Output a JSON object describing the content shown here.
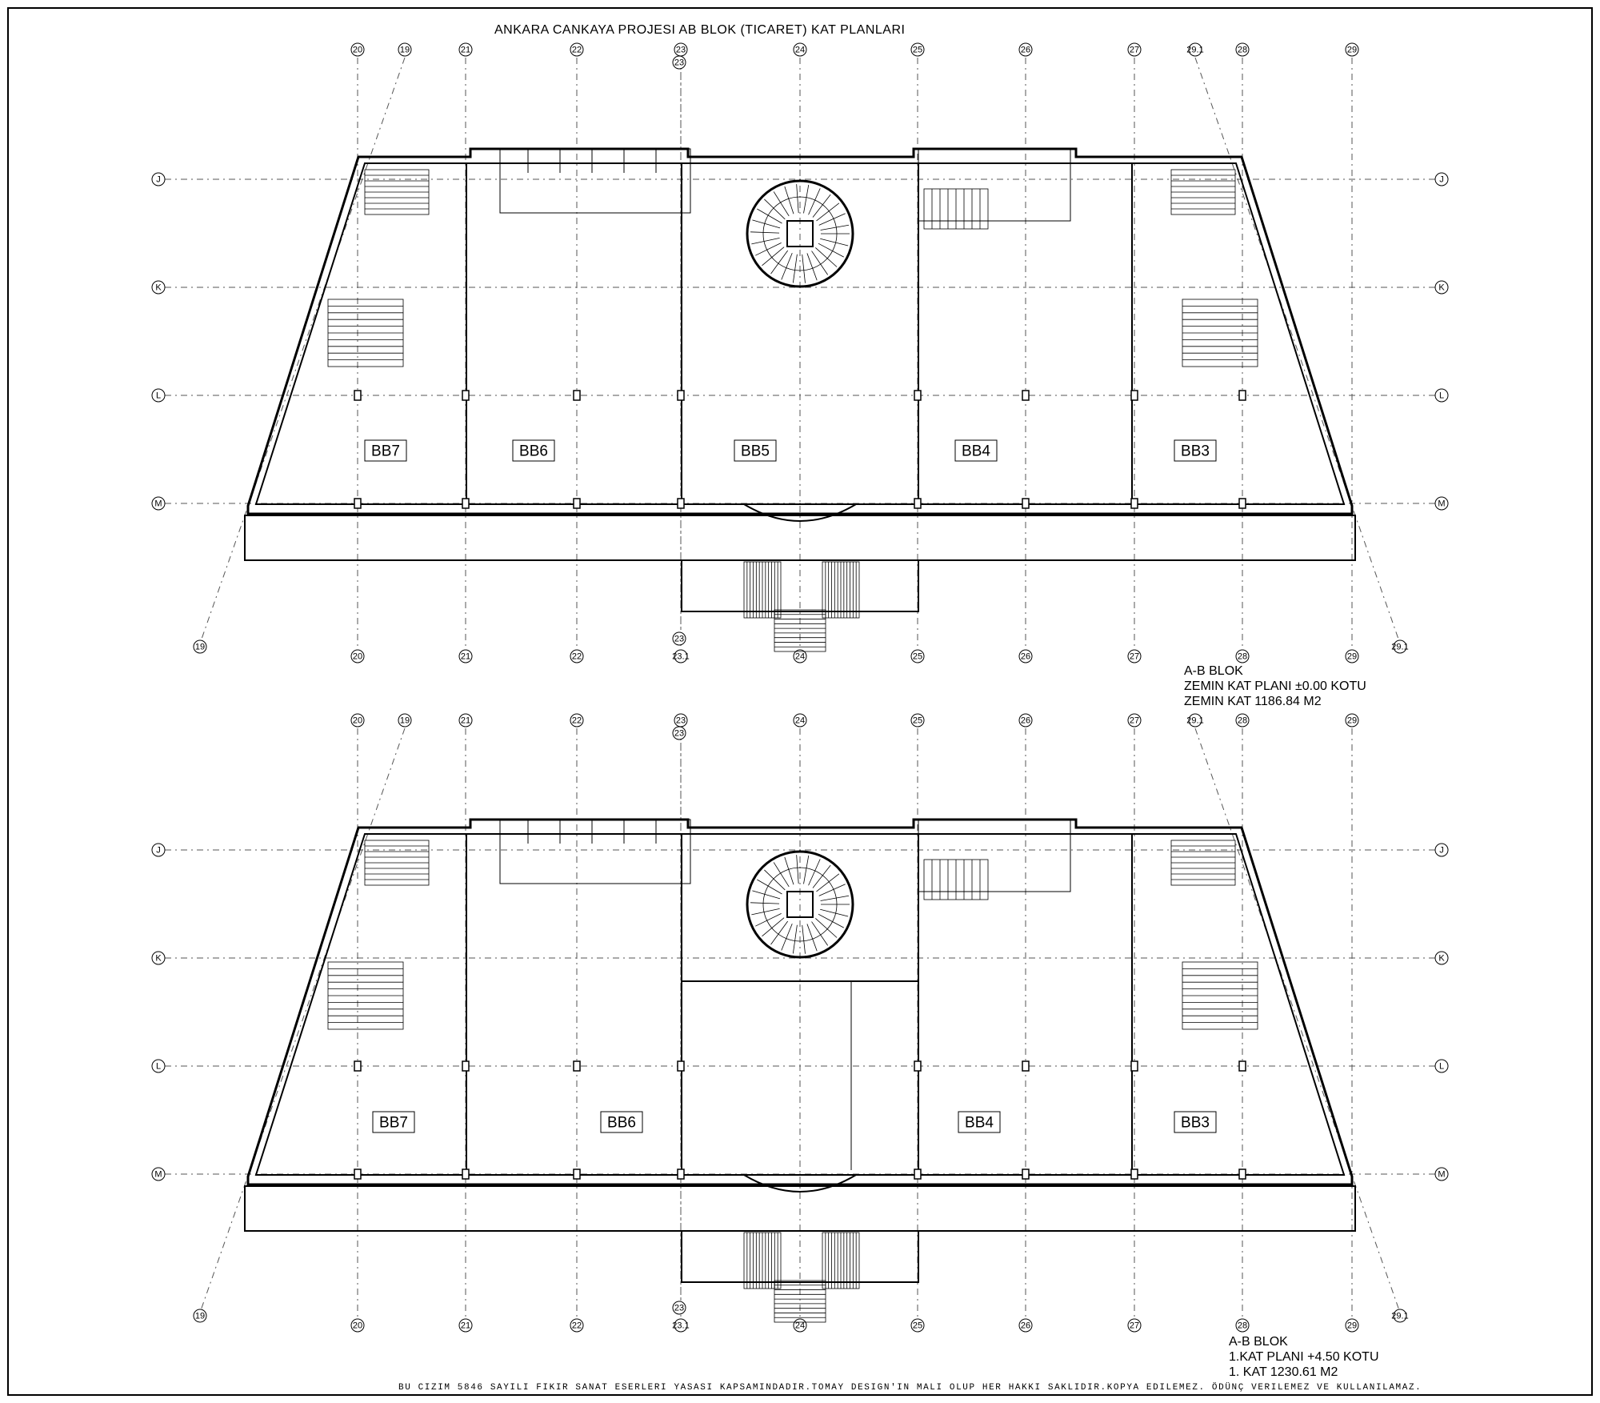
{
  "sheet_title": "ANKARA CANKAYA PROJESI AB BLOK (TICARET) KAT PLANLARI",
  "copyright_note": "BU CIZIM 5846 SAYILI FIKIR SANAT ESERLERI YASASI KAPSAMINDADIR.TOMAY DESIGN'IN MALI OLUP HER HAKKI SAKLIDIR.KOPYA EDILEMEZ. ÖDÜNÇ VERILEMEZ VE KULLANILAMAZ.",
  "plans": [
    {
      "id": "ground",
      "info": {
        "block": "A-B BLOK",
        "plan": "ZEMIN KAT PLANI ±0.00 KOTU",
        "area": "ZEMIN KAT    1186.84 M2"
      },
      "units": [
        "BB7",
        "BB6",
        "BB5",
        "BB4",
        "BB3"
      ]
    },
    {
      "id": "first",
      "info": {
        "block": "A-B BLOK",
        "plan": "1.KAT PLANI  +4.50 KOTU",
        "area": "1. KAT   1230.61 M2"
      },
      "units": [
        "BB7",
        "BB6",
        "BB4",
        "BB3"
      ]
    }
  ],
  "grid": {
    "top_axes": [
      "20",
      "19",
      "21",
      "22",
      "23",
      "24",
      "25",
      "26",
      "27",
      "29.1",
      "28",
      "29"
    ],
    "bottom_axes": [
      "19",
      "20",
      "21",
      "22",
      "23.1",
      "24",
      "25",
      "26",
      "27",
      "28",
      "29",
      "29.1"
    ],
    "inner_axis_top": "23",
    "inner_axis_bottom": "23",
    "rows": [
      "J",
      "K",
      "L",
      "M"
    ]
  }
}
